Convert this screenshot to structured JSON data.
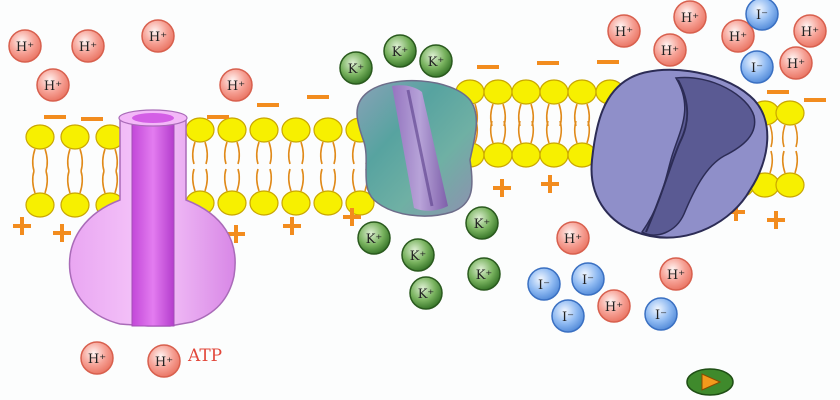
{
  "labels": {
    "hydrogen_ion": "H⁺",
    "potassium_ion": "K⁺",
    "iodide_ion": "I⁻",
    "atp": "ATP"
  },
  "colors": {
    "background": "#fcfdfd",
    "lipid_head": "#f7f000",
    "lipid_tail": "#e08a1a",
    "charge": "#f28c1e",
    "hydrogen_ion": "#f48a7e",
    "potassium_ion": "#3f8a2c",
    "iodide_ion": "#6fa6ee",
    "atp_label": "#e2473a",
    "proton_pump": "#e89af0",
    "potassium_channel": "#5fa3a3",
    "iodide_transporter": "#8c8cc8",
    "play_button": "#3f8a2c",
    "play_icon": "#f49a1c"
  },
  "icons": {
    "play": "play-icon"
  }
}
